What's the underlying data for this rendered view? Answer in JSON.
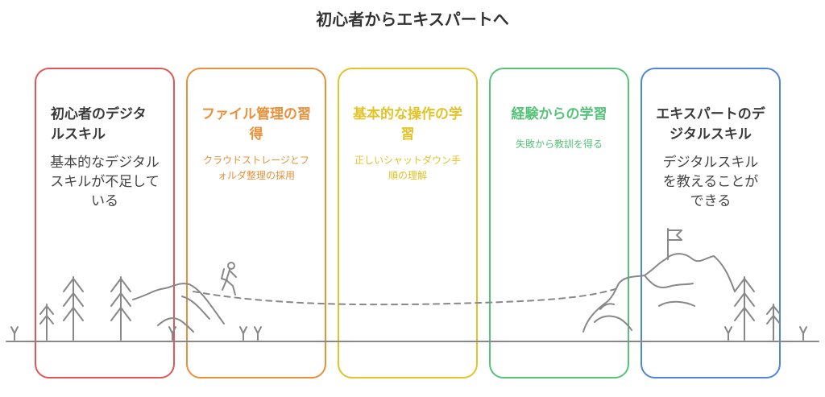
{
  "title": "初心者からエキスパートへ",
  "stages": [
    {
      "title": "初心者のデジタルスキル",
      "description": "基本的なデジタルスキルが不足している",
      "color": "#e05555"
    },
    {
      "title": "ファイル管理の習得",
      "description": "クラウドストレージとフォルダ整理の採用",
      "color": "#e8903a"
    },
    {
      "title": "基本的な操作の学習",
      "description": "正しいシャットダウン手順の理解",
      "color": "#e2c32a"
    },
    {
      "title": "経験からの学習",
      "description": "失敗から教訓を得る",
      "color": "#56c37a"
    },
    {
      "title": "エキスパートのデジタルスキル",
      "description": "デジタルスキルを教えることができる",
      "color": "#4f86d9"
    }
  ],
  "line_color": "#888888"
}
